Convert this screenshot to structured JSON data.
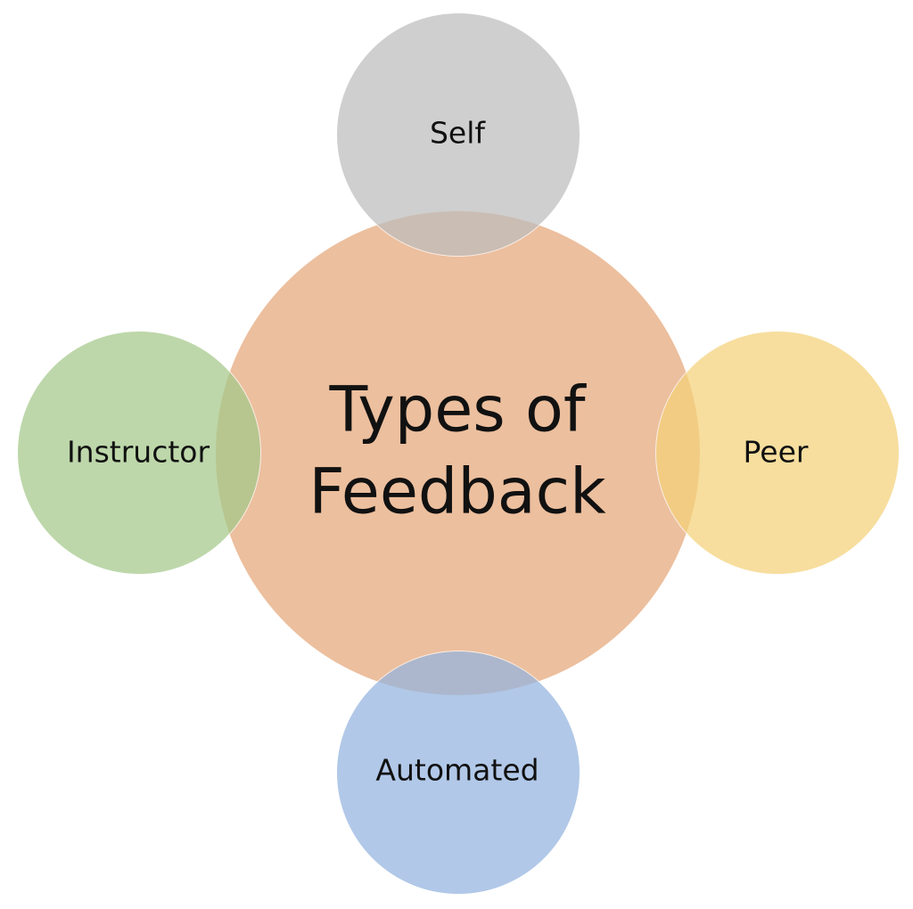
{
  "diagram": {
    "center": {
      "line1": "Types of",
      "line2": "Feedback",
      "color": "#ecbf9e"
    },
    "nodes": {
      "top": {
        "label": "Self",
        "color": "#bdbdbd"
      },
      "right": {
        "label": "Peer",
        "color": "#f5d27a"
      },
      "bottom": {
        "label": "Automated",
        "color": "#94b4e0"
      },
      "left": {
        "label": "Instructor",
        "color": "#a4c98a"
      }
    }
  }
}
